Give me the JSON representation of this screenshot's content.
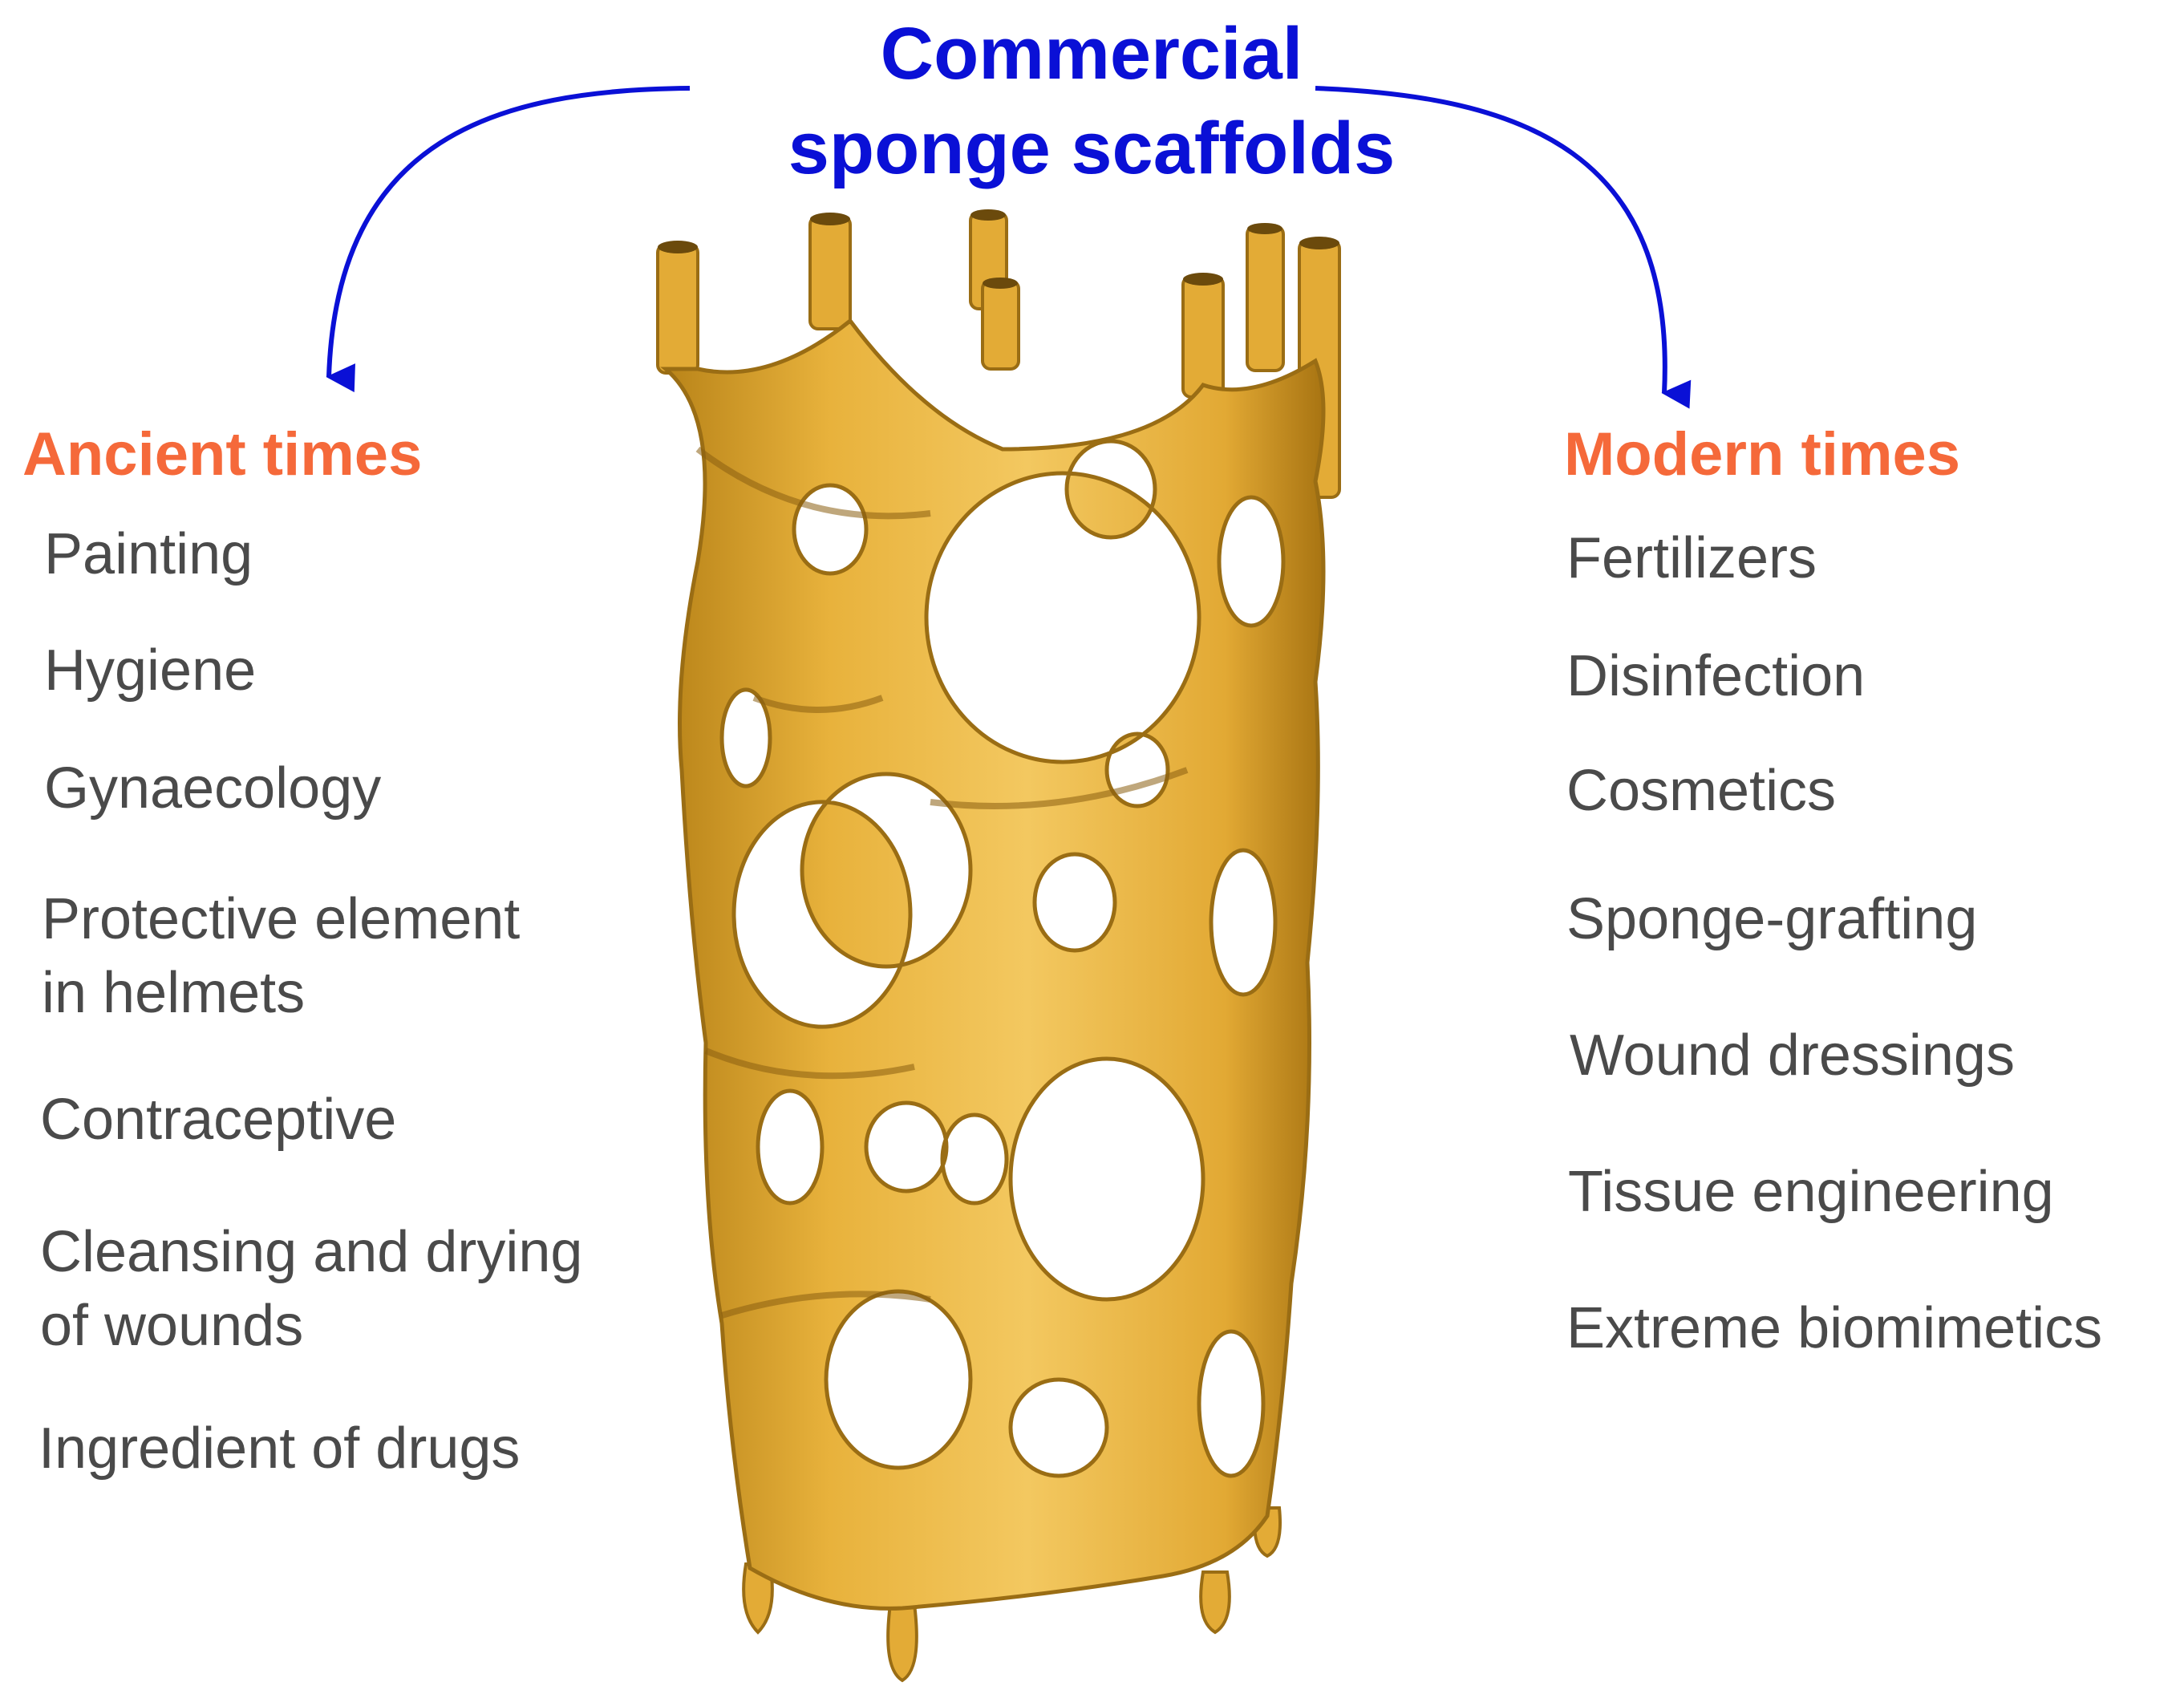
{
  "title": {
    "line1": "Commercial",
    "line2": "sponge scaffolds"
  },
  "left": {
    "heading": "Ancient times",
    "items": [
      [
        "Painting"
      ],
      [
        "Hygiene"
      ],
      [
        "Gynaecology"
      ],
      [
        "Protective element",
        "in helmets"
      ],
      [
        "Contraceptive"
      ],
      [
        "Cleansing and drying",
        "of wounds"
      ],
      [
        "Ingredient of drugs"
      ]
    ]
  },
  "right": {
    "heading": "Modern times",
    "items": [
      [
        "Fertilizers"
      ],
      [
        "Disinfection"
      ],
      [
        "Cosmetics"
      ],
      [
        "Sponge-grafting"
      ],
      [
        "Wound dressings"
      ],
      [
        "Tissue engineering"
      ],
      [
        "Extreme biomimetics"
      ]
    ]
  },
  "colors": {
    "title": "#0a10d6",
    "arrow": "#0a10d6",
    "heading": "#f5693a",
    "text": "#4a4a4a",
    "scaffold": "#e8b23c",
    "scaffold_shadow": "#9a6d14"
  },
  "icons": {
    "scaffold": "sponge-scaffold-illustration",
    "arrows": "curved-arrow-icon"
  }
}
